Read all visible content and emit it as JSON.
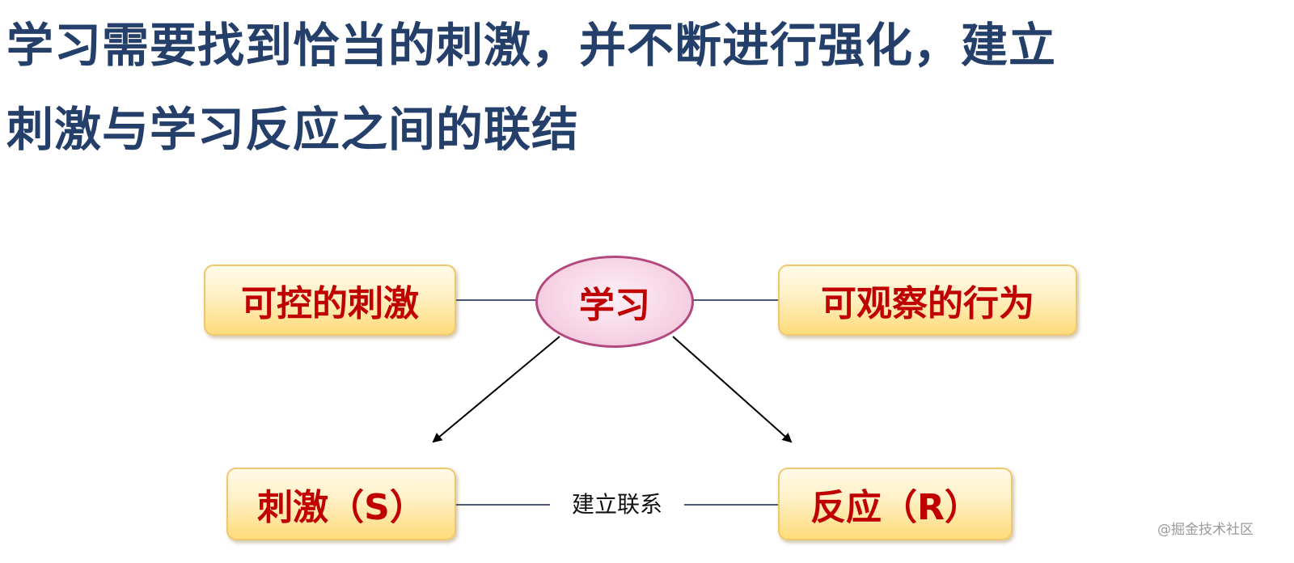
{
  "heading": {
    "line1": "学习需要找到恰当的刺激，并不断进行强化，建立",
    "line2": "刺激与学习反应之间的联结"
  },
  "diagram": {
    "center": "学习",
    "left_top": "可控的刺激",
    "right_top": "可观察的行为",
    "left_bottom": "刺激（S）",
    "right_bottom": "反应（R）",
    "bottom_link_label": "建立联系",
    "colors": {
      "box_text": "#c00000",
      "box_border": "#efc86e",
      "ellipse_border": "#b3487f",
      "connector": "#4a5878",
      "heading_text": "#253f6b"
    }
  },
  "watermark": "@掘金技术社区"
}
